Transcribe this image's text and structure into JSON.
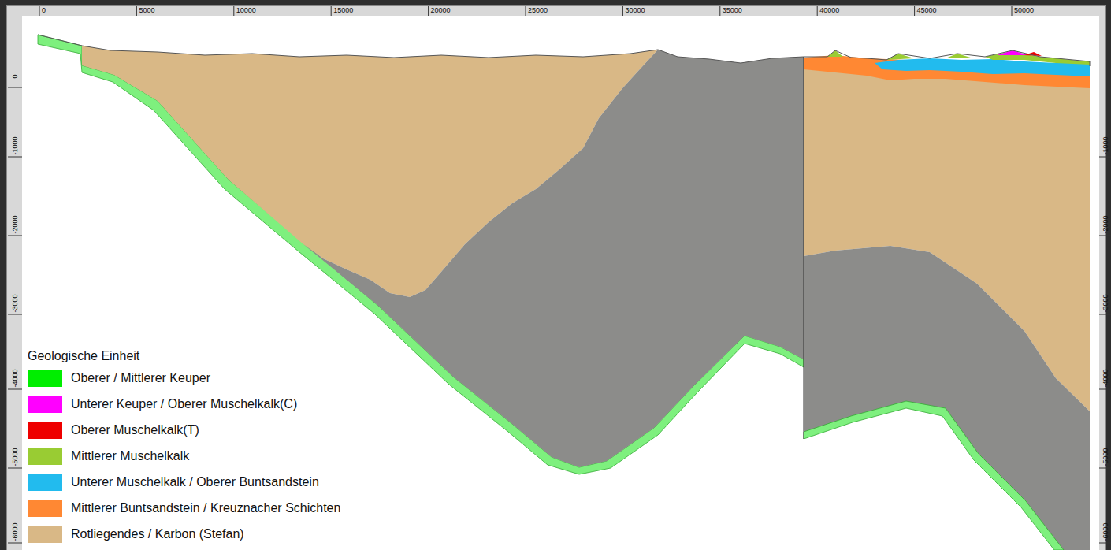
{
  "diagram": {
    "labels": [
      "0",
      "5000",
      "10000",
      "15000",
      "20000",
      "25000",
      "30000",
      "35000",
      "40000",
      "45000",
      "50000",
      "0",
      "-1000",
      "-2000",
      "-3000",
      "-4000",
      "-5000",
      "-6000",
      "-1000",
      "-2000",
      "-3000",
      "-4000",
      "-5000",
      "-6000",
      "Geologische Einheit"
    ],
    "legend": [
      {
        "text": "Oberer / Mittlerer Keuper",
        "color": "#00ee00"
      },
      {
        "text": "Unterer Keuper / Oberer Muschelkalk(C)",
        "color": "#ff00ff"
      },
      {
        "text": "Oberer Muschelkalk(T)",
        "color": "#ee0000"
      },
      {
        "text": "Mittlerer Muschelkalk",
        "color": "#99cc33"
      },
      {
        "text": "Unterer Muschelkalk / Oberer Buntsandstein",
        "color": "#22bbee"
      },
      {
        "text": "Mittlerer Buntsandstein / Kreuznacher Schichten",
        "color": "#ff8833"
      },
      {
        "text": "Rotliegendes / Karbon (Stefan)",
        "color": "#d9b886"
      }
    ]
  }
}
